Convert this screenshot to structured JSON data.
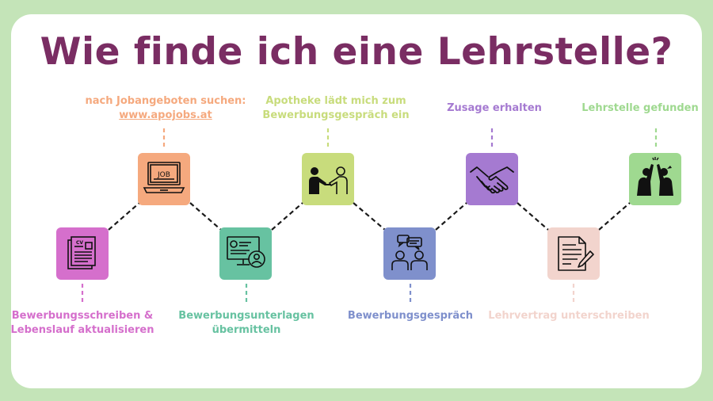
{
  "title": "Wie finde ich eine Lehrstelle?",
  "steps": [
    {
      "lines": [
        "Bewerbungsschreiben &",
        "Lebenslauf aktualisieren"
      ],
      "color": "#d56fcc",
      "icon": "cv-document-icon"
    },
    {
      "lines": [
        "nach Jobangeboten suchen:"
      ],
      "link": "www.apojobs.at",
      "color": "#f5a97e",
      "icon": "laptop-job-icon"
    },
    {
      "lines": [
        "Bewerbungsunterlagen",
        "übermitteln"
      ],
      "color": "#67c2a1",
      "icon": "monitor-profile-icon"
    },
    {
      "lines": [
        "Apotheke lädt mich zum",
        "Bewerbungsgespräch ein"
      ],
      "color": "#c8dc7c",
      "icon": "handshake-people-icon"
    },
    {
      "lines": [
        "Bewerbungsgespräch"
      ],
      "color": "#7f90cc",
      "icon": "conversation-icon"
    },
    {
      "lines": [
        "Zusage erhalten"
      ],
      "color": "#a57ad1",
      "icon": "handshake-icon"
    },
    {
      "lines": [
        "Lehrvertrag unterschreiben"
      ],
      "color": "#f2d4cd",
      "icon": "contract-sign-icon"
    },
    {
      "lines": [
        "Lehrstelle gefunden"
      ],
      "color": "#9fd990",
      "icon": "high-five-icon"
    }
  ]
}
